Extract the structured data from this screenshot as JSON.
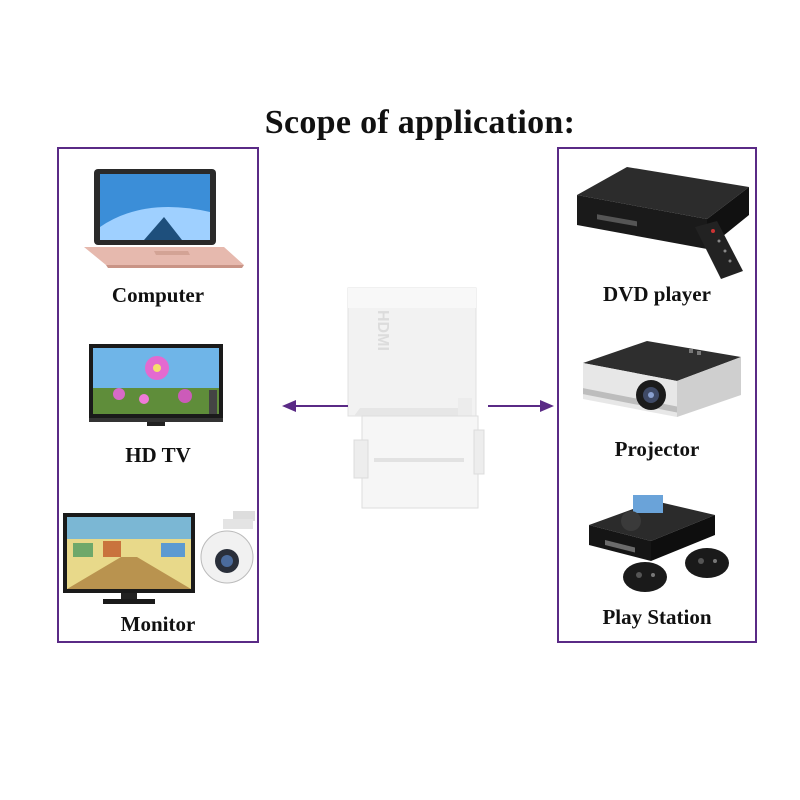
{
  "title": "Scope of application:",
  "left_devices": [
    {
      "name": "computer",
      "label": "Computer"
    },
    {
      "name": "hd-tv",
      "label": "HD TV"
    },
    {
      "name": "monitor",
      "label": "Monitor"
    }
  ],
  "right_devices": [
    {
      "name": "dvd-player",
      "label": "DVD player"
    },
    {
      "name": "projector",
      "label": "Projector"
    },
    {
      "name": "play-station",
      "label": "Play Station"
    }
  ],
  "adapter": {
    "brand_text": "HDMI"
  },
  "colors": {
    "panel_border": "#5a2a86",
    "arrow": "#5a2a86"
  }
}
